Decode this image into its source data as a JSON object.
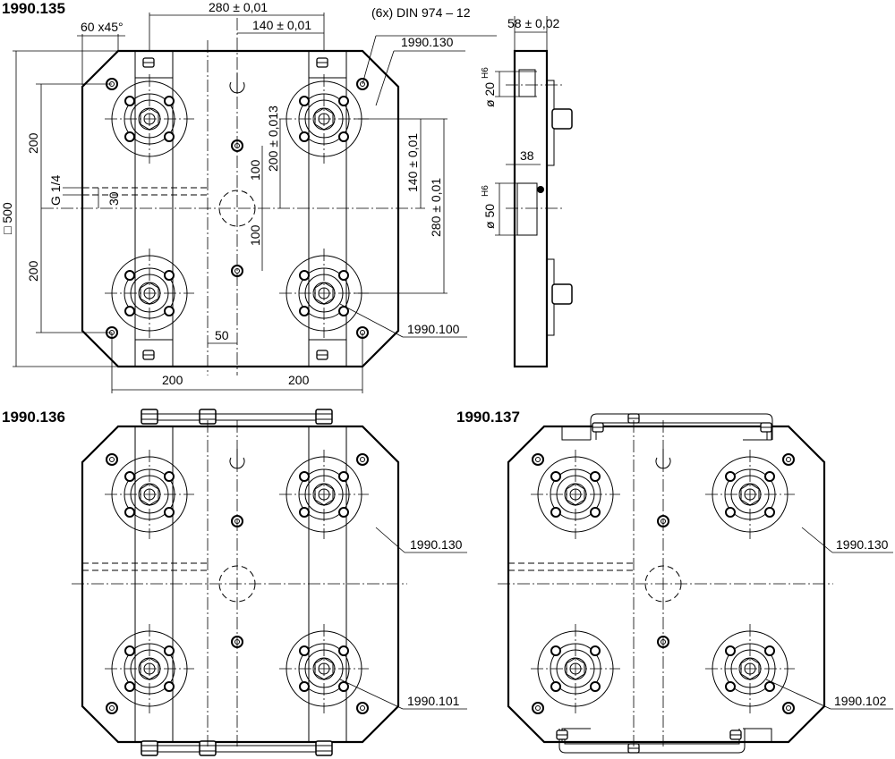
{
  "titles": {
    "v135": "1990.135",
    "v136": "1990.136",
    "v137": "1990.137"
  },
  "dims_135": {
    "d280": "280 ± 0,01",
    "d140": "140 ± 0,01",
    "chamfer": "60 x45°",
    "din": "(6x)  DIN  974  –  12",
    "sq500": "□ 500",
    "d200a": "200",
    "d200b": "200",
    "g14": "G 1/4",
    "d30": "30",
    "d100a": "100",
    "d100b": "100",
    "d200v": "200 ± 0,013",
    "d140v": "140 ± 0,01",
    "d280v": "280 ± 0,01",
    "d50": "50",
    "b200a": "200",
    "b200b": "200"
  },
  "dims_side": {
    "d58": "58 ± 0,02",
    "d20": "ø 20",
    "d20tol": "H6",
    "d38": "38",
    "d50": "ø 50",
    "d50tol": "H6"
  },
  "callouts": {
    "c130a": "1990.130",
    "c100": "1990.100",
    "c130b": "1990.130",
    "c101": "1990.101",
    "c130c": "1990.130",
    "c102": "1990.102"
  }
}
